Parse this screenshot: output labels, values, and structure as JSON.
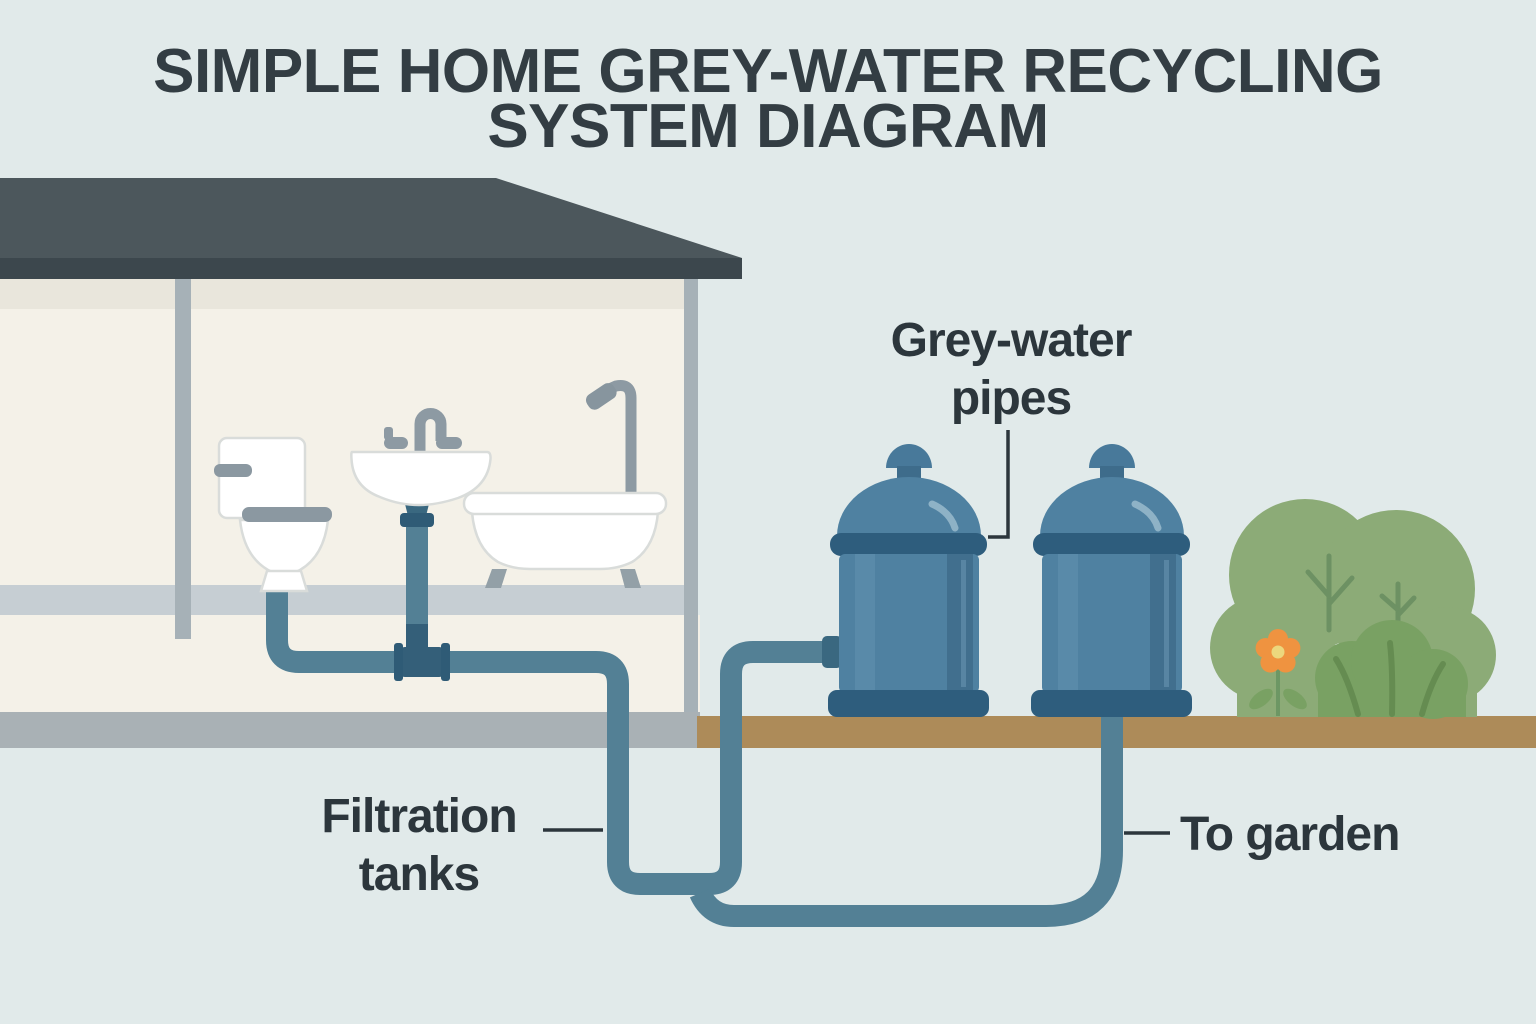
{
  "title": {
    "line1": "SIMPLE HOME GREY-WATER RECYCLING",
    "line2": "SYSTEM DIAGRAM"
  },
  "labels": {
    "grey_water_pipes": {
      "line1": "Grey-water",
      "line2": "pipes"
    },
    "filtration_tanks": {
      "line1": "Filtration",
      "line2": "tanks"
    },
    "to_garden": {
      "text": "To garden"
    }
  },
  "colors": {
    "background": "#e1eaea",
    "title_text": "#333d43",
    "label_text": "#2c363c",
    "leader_line": "#2c363c",
    "roof": "#4c575c",
    "roof_fascia": "#3c474d",
    "wall_cream": "#f4f1e8",
    "wall_top_band": "#e9e6dc",
    "floor_band": "#c6ced3",
    "foundation_band": "#a9b1b5",
    "post_grey": "#a6b1b7",
    "ground_brown": "#ad8b59",
    "pipe_teal": "#538095",
    "pipe_fitting_dark": "#2f5b76",
    "tank_body_blue": "#4f81a1",
    "tank_dark_blue": "#2e5d7d",
    "fixture_white": "#ffffff",
    "fixture_outline": "#d9dcda",
    "fixture_metal_grey": "#8d9aa3",
    "bush_light_green": "#8cab77",
    "bush_dark_green": "#79a163",
    "bush_vein_green": "#658c51",
    "flower_petal_orange": "#ef9340",
    "flower_center_yellow": "#ecd77d"
  },
  "scene": {
    "components": [
      "house-cross-section",
      "roof",
      "toilet",
      "sink",
      "bathtub-with-shower",
      "grey-water-pipe-network",
      "filtration-tank-1",
      "filtration-tank-2",
      "underground-pipe-to-garden",
      "garden-bushes",
      "flower",
      "ground-line"
    ]
  }
}
